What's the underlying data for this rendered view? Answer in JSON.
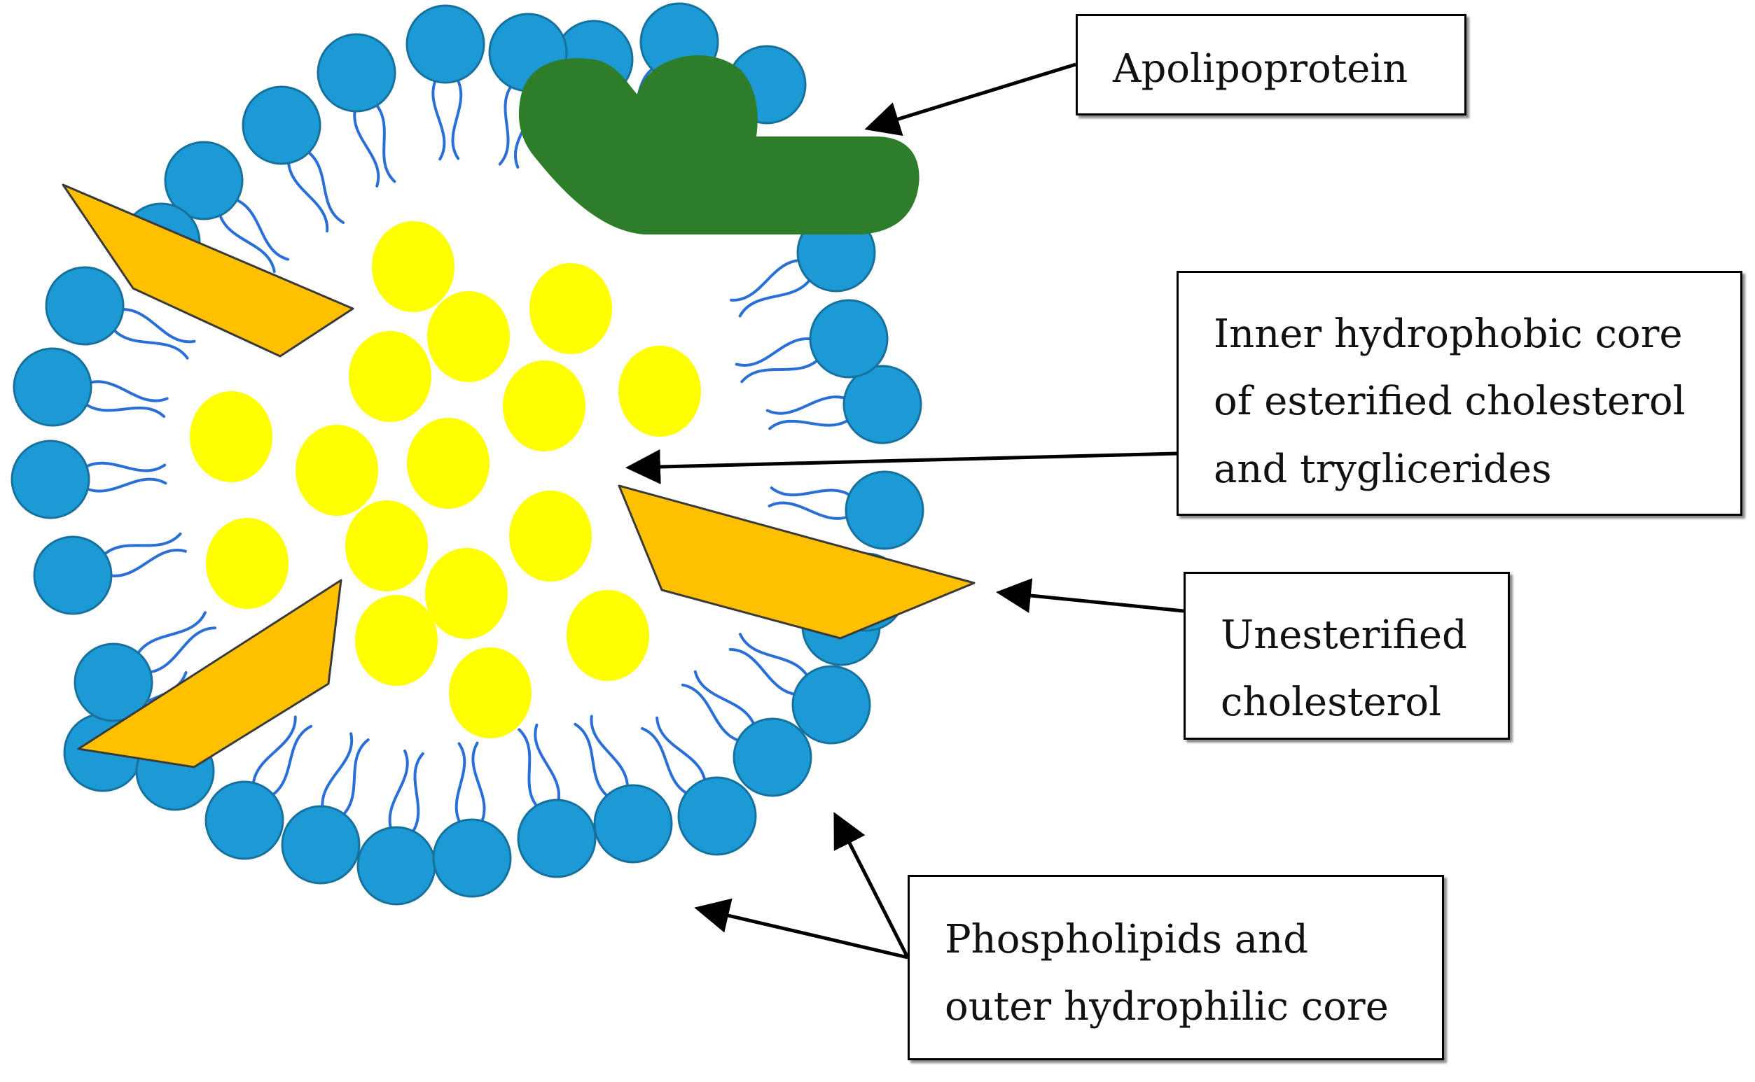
{
  "labels": {
    "apolipoprotein": "Apolipoprotein",
    "core": [
      "Inner hydrophobic core",
      "of esterified cholesterol",
      "and tryglicerides"
    ],
    "unesterified": [
      "Unesterified",
      "cholesterol"
    ],
    "phospholipids": [
      "Phospholipids and",
      "outer hydrophilic core"
    ]
  },
  "colors": {
    "phospholipid_head": "#1b9ad6",
    "phospholipid_head_stroke": "#17719c",
    "phospholipid_tail": "#2a6fd6",
    "core_lipid": "#ffff00",
    "apolipoprotein": "#2d7d2a",
    "cholesterol": "#ffc000",
    "arrow": "#000000"
  },
  "icons": {
    "phospholipid": "phospholipid-icon",
    "core_lipid": "core-lipid-icon",
    "apolipoprotein": "apolipoprotein-icon",
    "cholesterol": "cholesterol-icon"
  }
}
